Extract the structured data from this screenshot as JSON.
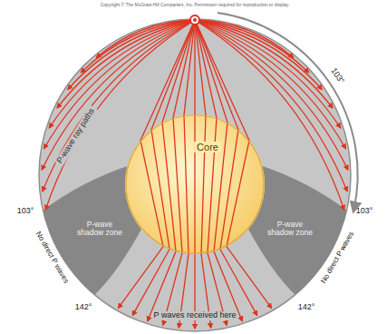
{
  "diagram": {
    "nodes": [
      {
        "text": [
          "Core"
        ]
      }
    ],
    "labels": [
      "Copyright © The McGraw-Hill Companies, Inc. Permission required for reproduction or display.",
      "103°",
      "P-wave ray paths",
      "103°",
      "103°",
      "P-wave shadow zone",
      "P-wave shadow zone",
      "No direct P waves",
      "No direct P waves",
      "142°",
      "142°",
      "P waves received here"
    ]
  }
}
